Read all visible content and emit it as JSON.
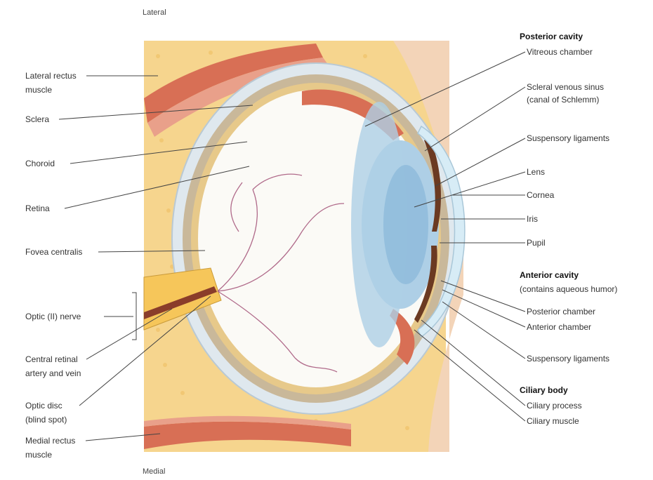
{
  "orientation": {
    "top": "Lateral",
    "bottom": "Medial"
  },
  "labels_left": {
    "lateral_rectus_1": "Lateral rectus",
    "lateral_rectus_2": "muscle",
    "sclera": "Sclera",
    "choroid": "Choroid",
    "retina": "Retina",
    "fovea": "Fovea centralis",
    "optic_nerve": "Optic (II) nerve",
    "central_vessel_1": "Central retinal",
    "central_vessel_2": "artery and vein",
    "optic_disc_1": "Optic disc",
    "optic_disc_2": "(blind spot)",
    "medial_rectus_1": "Medial rectus",
    "medial_rectus_2": "muscle"
  },
  "labels_right": {
    "posterior_cavity": "Posterior cavity",
    "vitreous_chamber": "Vitreous chamber",
    "scleral_sinus_1": "Scleral venous sinus",
    "scleral_sinus_2": "(canal of Schlemm)",
    "suspensory_upper": "Suspensory ligaments",
    "lens": "Lens",
    "cornea": "Cornea",
    "iris": "Iris",
    "pupil": "Pupil",
    "anterior_cavity": "Anterior cavity",
    "aqueous_humor": "(contains aqueous humor)",
    "posterior_chamber": "Posterior chamber",
    "anterior_chamber": "Anterior chamber",
    "suspensory_lower": "Suspensory ligaments",
    "ciliary_body": "Ciliary body",
    "ciliary_process": "Ciliary process",
    "ciliary_muscle": "Ciliary muscle"
  },
  "colors": {
    "fat": "#f6d58e",
    "fat_dot": "#f0c26a",
    "muscle": "#d86f55",
    "muscle_light": "#e9a08a",
    "sclera": "#dfe8ee",
    "choroid": "#c9b89a",
    "retina": "#e7c98a",
    "vitreous": "#fbfaf6",
    "lens": "#aecfe6",
    "lens_dark": "#7fb0d6",
    "cornea": "#d7ecf6",
    "iris": "#6b3a22",
    "vessel": "#b06a8a",
    "skin": "#f3d4b8",
    "line": "#444444"
  }
}
